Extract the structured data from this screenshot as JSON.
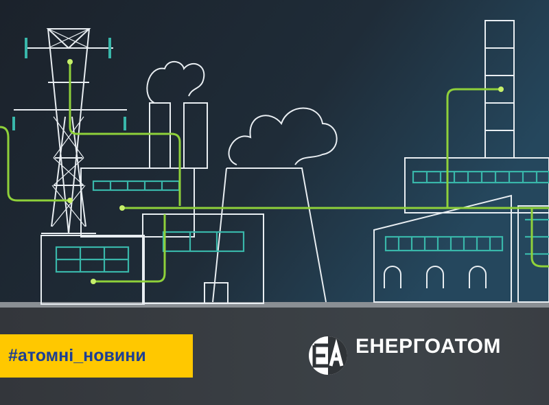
{
  "banner": {
    "hashtag": "#атомні_новини",
    "brand_name": "ЕНЕРГОАТОМ",
    "logo_monogram": "ЕА"
  },
  "colors": {
    "sky_dark": "#1c2530",
    "sky_light": "#24445a",
    "ground": "#36393e",
    "line_white": "#e9eef2",
    "window_teal": "#39b7aa",
    "wire_green": "#8fd13a",
    "tag_yellow": "#ffc800",
    "tag_text": "#1d3f93"
  }
}
